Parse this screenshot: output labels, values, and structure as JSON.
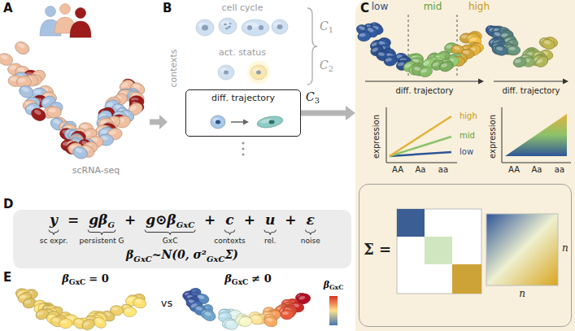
{
  "diagram": {
    "nodes": [
      {
        "text": [
          "diff. trajectory"
        ]
      },
      {
        "text": [
          "low",
          "mid",
          "high",
          "diff. trajectory",
          "diff. trajectory",
          "expression",
          "expression",
          "AA",
          "Aa",
          "aa",
          "AA",
          "Aa",
          "aa",
          "high",
          "mid",
          "low"
        ]
      },
      {
        "text": [
          "Σ =",
          "n",
          "n"
        ],
        "in": 1
      },
      {
        "text": [
          "y",
          "=",
          "gβ",
          "G",
          "+",
          "g⊙β",
          "GxC",
          "+",
          "c",
          "+",
          "u",
          "+",
          "ε",
          "sc expr.",
          "persistent G",
          "GxC",
          "contexts",
          "rel.",
          "noise",
          "β",
          "GxC",
          "~N(0, σ²",
          "GxC",
          "Σ)"
        ]
      }
    ],
    "edges": [
      {
        "from": 0,
        "to": 1,
        "arrow": "to"
      }
    ],
    "labels": [
      "A",
      "B",
      "C",
      "D",
      "E",
      "scRNA-seq",
      "cell cycle",
      "act. status",
      "contexts",
      "C",
      "1",
      "C",
      "2",
      "C",
      "3",
      "β",
      "GxC",
      "= 0",
      "vs",
      "β",
      "GxC",
      "≠ 0",
      "β",
      "GxC"
    ]
  }
}
